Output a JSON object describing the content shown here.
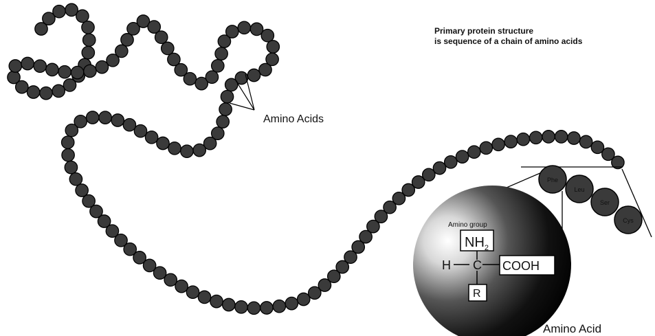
{
  "title": {
    "line1": "Primary protein structure",
    "line2": "is sequence of a chain of amino acids"
  },
  "labels": {
    "amino_acids": "Amino Acids",
    "amino_acid": "Amino Acid",
    "amino_group": "Amino group",
    "nh2_main": "NH",
    "nh2_sub": "2",
    "h": "H",
    "c": "C",
    "cooh": "COOH",
    "r": "R"
  },
  "residues": [
    "Phe",
    "Leu",
    "Ser",
    "Cys"
  ],
  "colors": {
    "bead": "#3a3a3a",
    "bead_edge": "#000000",
    "sphere_light": "#ffffff",
    "sphere_dark": "#000000"
  }
}
